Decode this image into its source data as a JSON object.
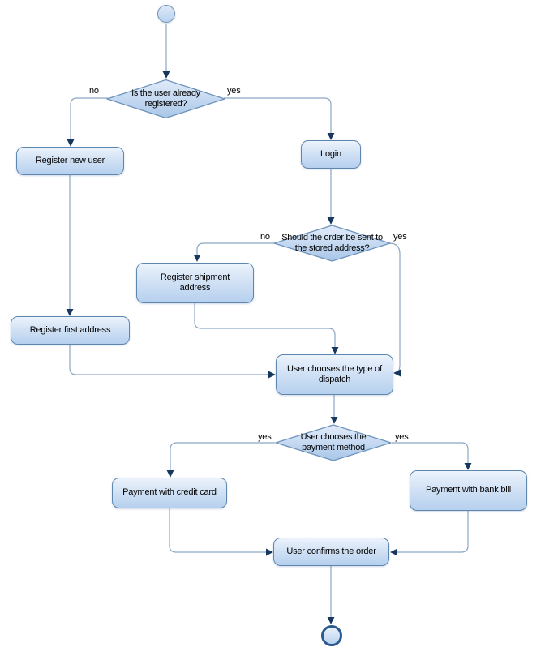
{
  "diagram": {
    "type": "uml-activity-flowchart",
    "background": "#ffffff",
    "colors": {
      "node_fill_top": "#ecf3fc",
      "node_fill_bottom": "#b6d0ee",
      "node_border": "#5e87b0",
      "diamond_fill_top": "#dfeafa",
      "diamond_fill_bottom": "#a8c6e8",
      "connector_line": "#8ba6c4",
      "arrowhead": "#17375e",
      "end_node_ring": "#2d5a8e",
      "text": "#000000"
    },
    "nodes": {
      "start": {
        "kind": "initial"
      },
      "decision_registered": {
        "kind": "decision",
        "label": "Is the user already registered?"
      },
      "register_new_user": {
        "kind": "action",
        "label": "Register new user"
      },
      "login": {
        "kind": "action",
        "label": "Login"
      },
      "decision_stored_address": {
        "kind": "decision",
        "label": "Should the order be sent to the stored address?"
      },
      "register_shipment_address": {
        "kind": "action",
        "label": "Register shipment address"
      },
      "register_first_address": {
        "kind": "action",
        "label": "Register first address"
      },
      "choose_dispatch": {
        "kind": "action",
        "label": "User chooses the type of dispatch"
      },
      "decision_payment": {
        "kind": "decision",
        "label": "User chooses the payment method"
      },
      "payment_credit_card": {
        "kind": "action",
        "label": "Payment with credit card"
      },
      "payment_bank_bill": {
        "kind": "action",
        "label": "Payment with bank bill"
      },
      "confirm_order": {
        "kind": "action",
        "label": "User confirms the order"
      },
      "end": {
        "kind": "final"
      }
    },
    "edge_labels": {
      "registered_no": "no",
      "registered_yes": "yes",
      "stored_no": "no",
      "stored_yes": "yes",
      "payment_credit": "yes",
      "payment_bank": "yes"
    },
    "edges": [
      {
        "from": "start",
        "to": "decision_registered",
        "label": ""
      },
      {
        "from": "decision_registered",
        "to": "register_new_user",
        "label": "no"
      },
      {
        "from": "decision_registered",
        "to": "login",
        "label": "yes"
      },
      {
        "from": "register_new_user",
        "to": "register_first_address",
        "label": ""
      },
      {
        "from": "login",
        "to": "decision_stored_address",
        "label": ""
      },
      {
        "from": "decision_stored_address",
        "to": "register_shipment_address",
        "label": "no"
      },
      {
        "from": "decision_stored_address",
        "to": "choose_dispatch",
        "label": "yes"
      },
      {
        "from": "register_shipment_address",
        "to": "choose_dispatch",
        "label": ""
      },
      {
        "from": "register_first_address",
        "to": "choose_dispatch",
        "label": ""
      },
      {
        "from": "choose_dispatch",
        "to": "decision_payment",
        "label": ""
      },
      {
        "from": "decision_payment",
        "to": "payment_credit_card",
        "label": "yes"
      },
      {
        "from": "decision_payment",
        "to": "payment_bank_bill",
        "label": "yes"
      },
      {
        "from": "payment_credit_card",
        "to": "confirm_order",
        "label": ""
      },
      {
        "from": "payment_bank_bill",
        "to": "confirm_order",
        "label": ""
      },
      {
        "from": "confirm_order",
        "to": "end",
        "label": ""
      }
    ]
  }
}
